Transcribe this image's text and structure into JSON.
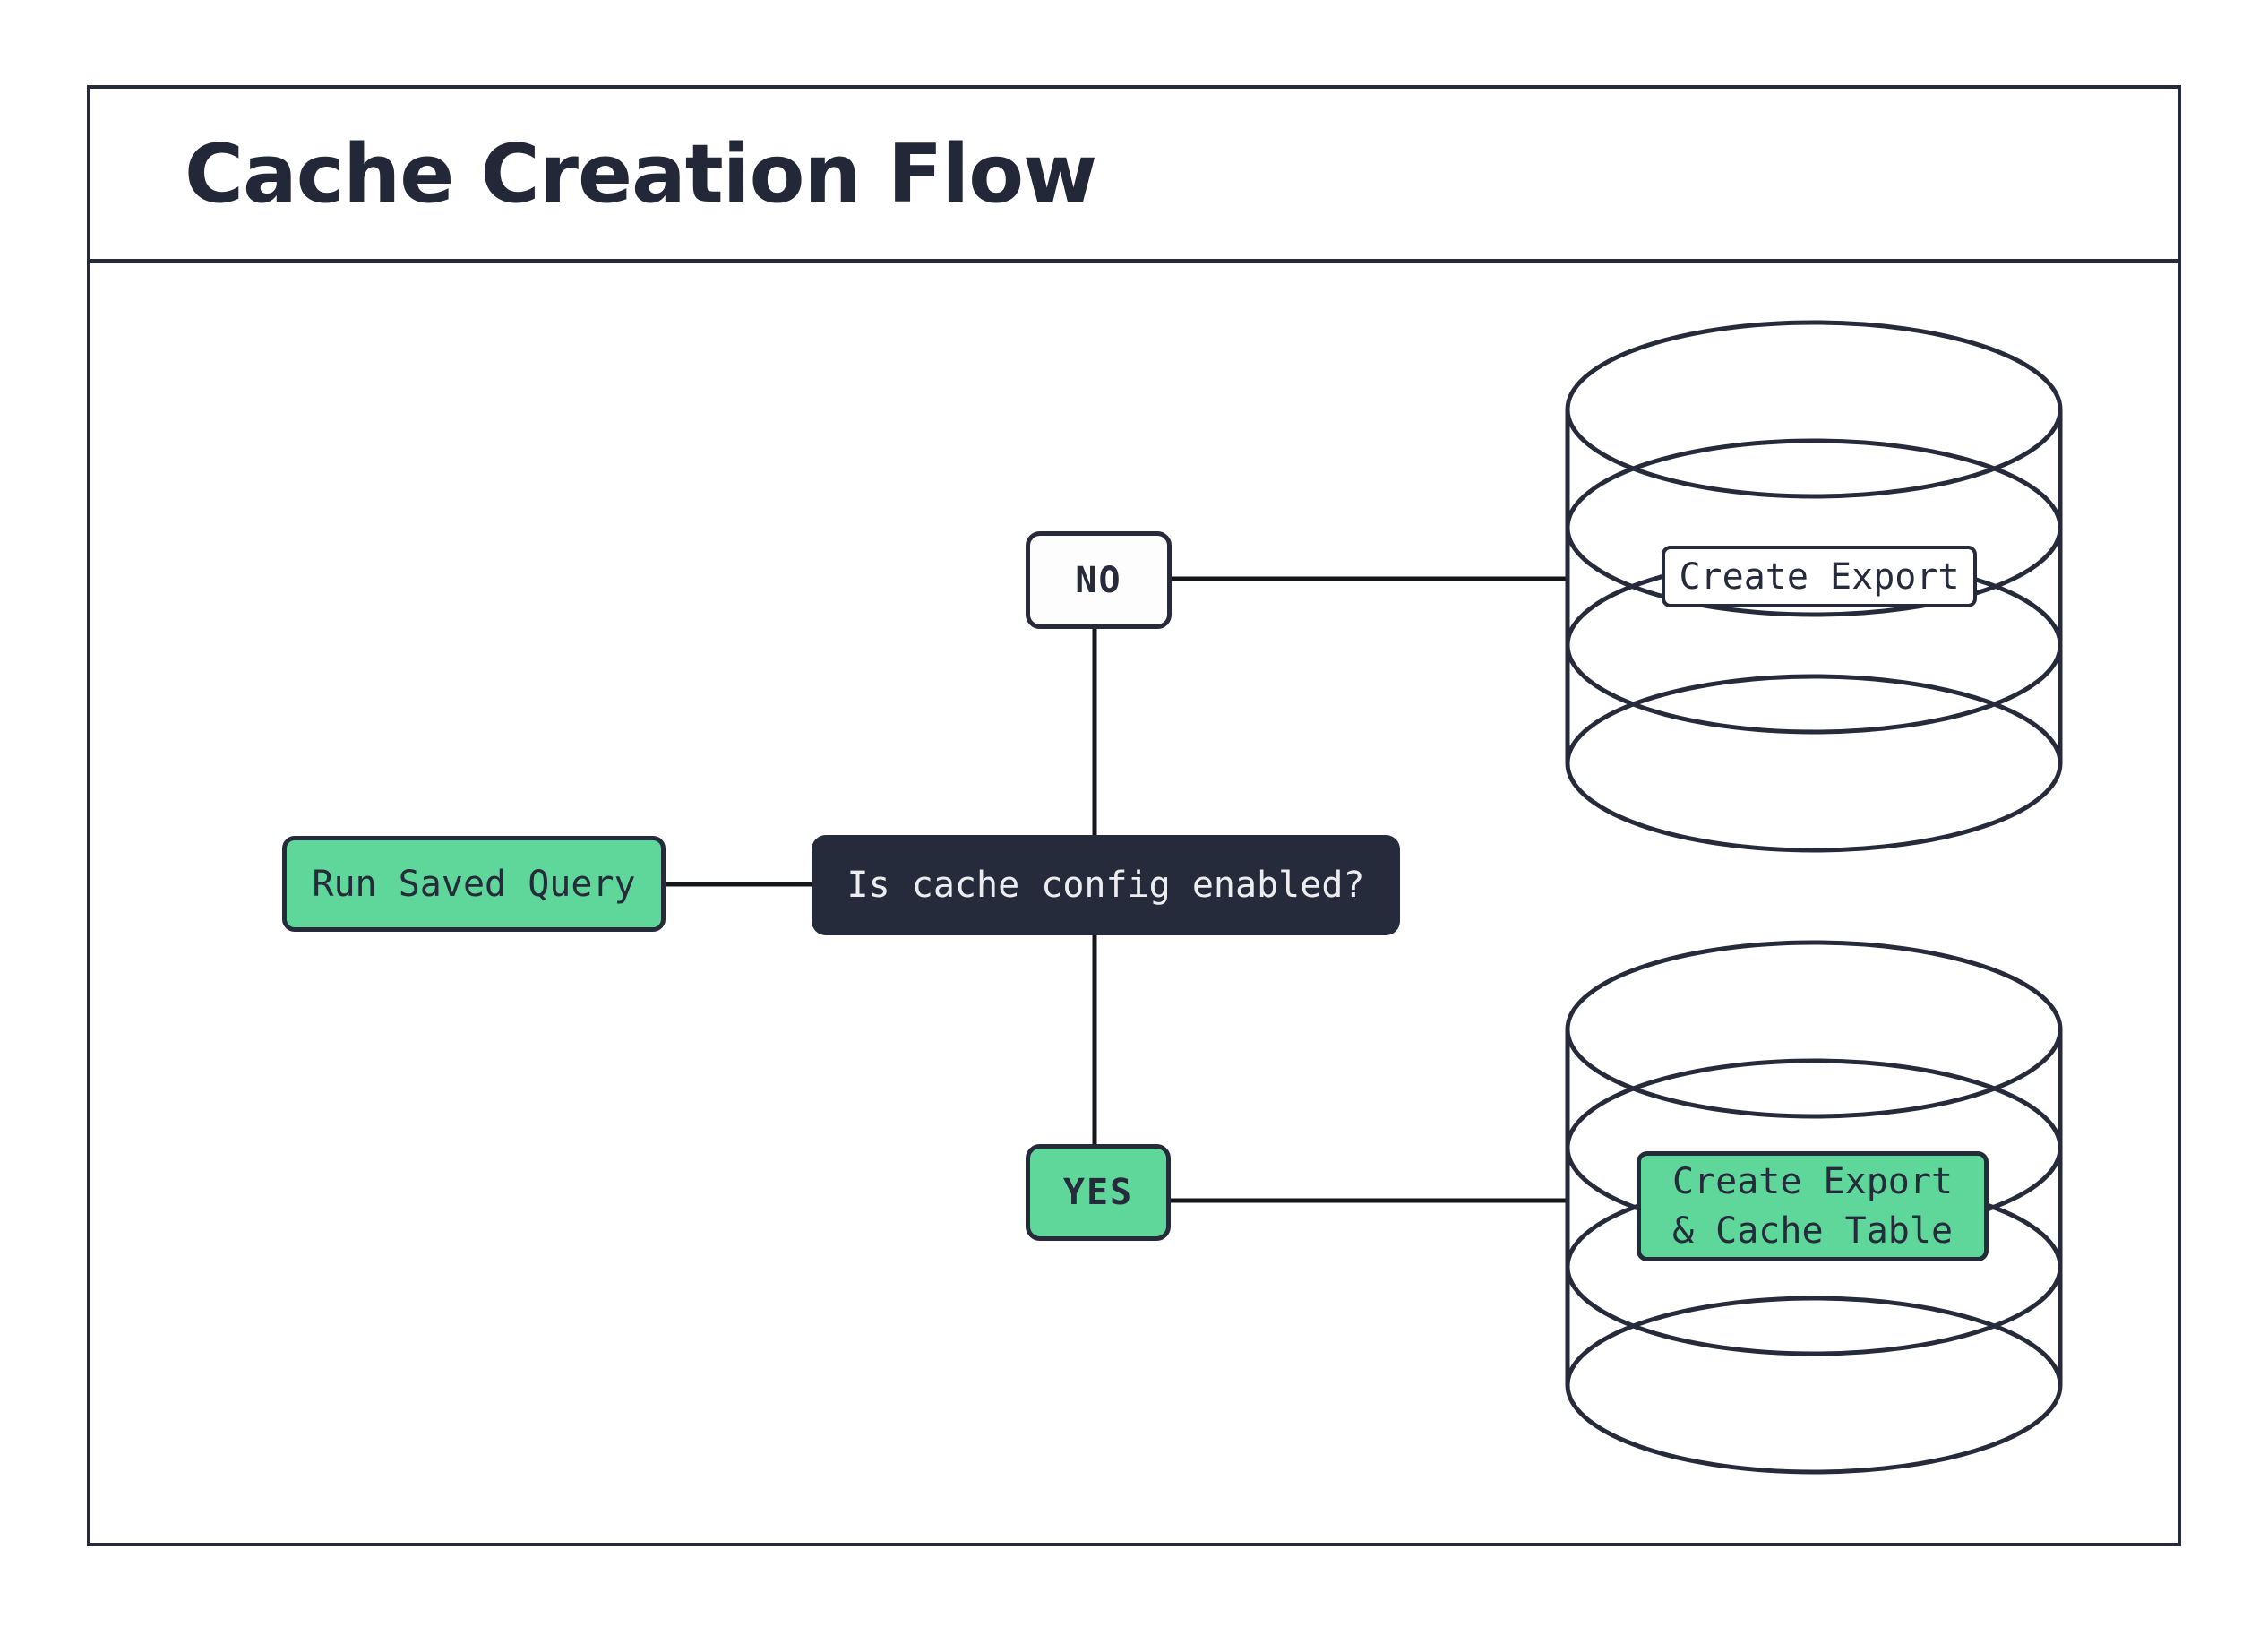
{
  "header": {
    "title": "Cache Creation Flow"
  },
  "flowchart": {
    "start_node": {
      "label": "Run Saved Query"
    },
    "decision_node": {
      "label": "Is cache config enabled?"
    },
    "no_branch": {
      "label": "NO"
    },
    "yes_branch": {
      "label": "YES"
    },
    "no_database": {
      "label": "Create Export"
    },
    "yes_database": {
      "label_line1": "Create Export",
      "label_line2": "& Cache Table"
    }
  },
  "colors": {
    "accent_green": "#5FD69A",
    "dark_navy": "#262B3B",
    "connector_line": "#14161C",
    "decision_text": "#ECEDEF",
    "background": "#FFFFFF"
  }
}
